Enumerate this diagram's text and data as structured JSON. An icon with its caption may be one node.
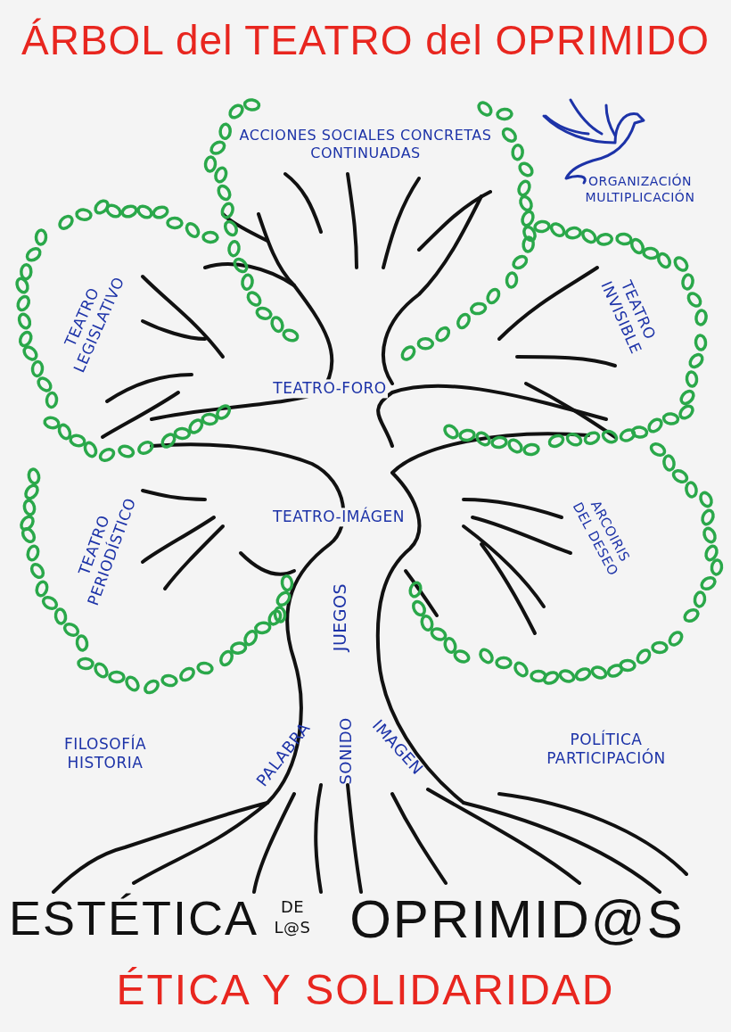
{
  "diagram": {
    "title": "ÁRBOL del TEATRO del OPRIMIDO",
    "labels": [
      "ACCIONES SOCIALES CONCRETAS CONTINUADAS",
      "ORGANIZACIÓN MULTIPLICACIÓN",
      "TEATRO LEGISLATIVO",
      "TEATRO INVISIBLE",
      "TEATRO-FORO",
      "TEATRO-IMÁGEN",
      "TEATRO PERIODÍSTICO",
      "ARCOIRIS DEL DESEO",
      "JUEGOS",
      "FILOSOFÍA HISTORIA",
      "POLÍTICA PARTICIPACIÓN",
      "PALABRA",
      "SONIDO",
      "IMAGEN",
      "ESTÉTICA",
      "DE L@S",
      "OPRIMID@S",
      "ÉTICA Y SOLIDARIDAD"
    ]
  }
}
